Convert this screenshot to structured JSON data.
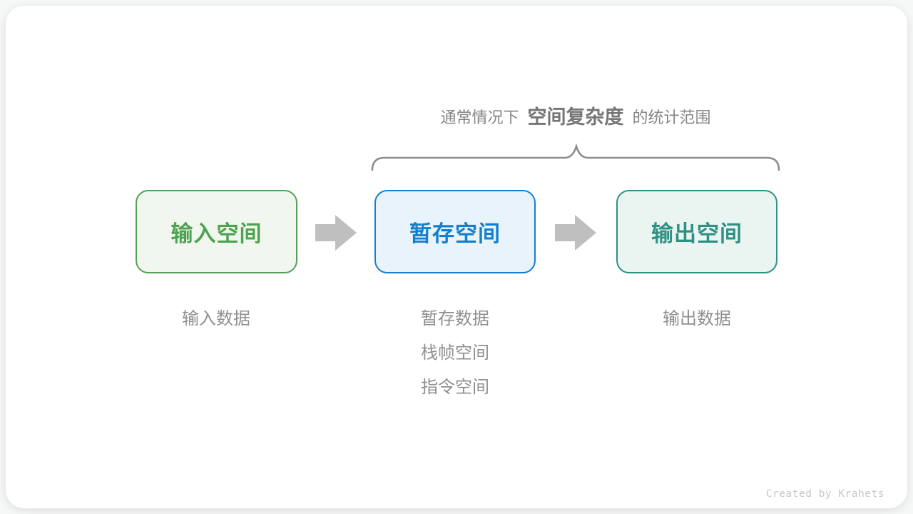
{
  "heading": {
    "prefix": "通常情况下",
    "highlight": "空间复杂度",
    "suffix": "的统计范围"
  },
  "boxes": [
    {
      "label": "输入空间",
      "text_color": "#4fa251",
      "border": "#55a057",
      "bg": "#f1f7ef"
    },
    {
      "label": "暂存空间",
      "text_color": "#1380cd",
      "border": "#147fce",
      "bg": "#e9f3fb"
    },
    {
      "label": "输出空间",
      "text_color": "#2f9184",
      "border": "#2f9184",
      "bg": "#eaf5f1"
    }
  ],
  "captions": {
    "input": [
      "输入数据"
    ],
    "temp": [
      "暂存数据",
      "栈帧空间",
      "指令空间"
    ],
    "output": [
      "输出数据"
    ]
  },
  "credit": "Created by Krahets",
  "colors": {
    "arrow": "#bfbfbf",
    "brace": "#8d8d8d",
    "heading": "#858585",
    "heading_bold": "#757575",
    "caption": "#8f8f8f",
    "credit": "#c7c7c7",
    "card_bg": "#ffffff",
    "page_bg": "#f6f7f7"
  }
}
